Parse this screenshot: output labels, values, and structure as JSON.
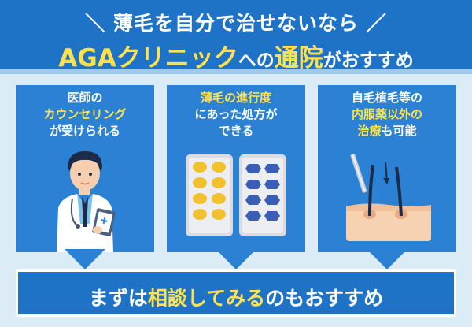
{
  "header": {
    "line1": "＼ 薄毛を自分で治せないなら ／",
    "line2_part1": "AGAクリニック",
    "line2_part2": "への",
    "line2_part3": "通院",
    "line2_part4": "がおすすめ"
  },
  "cards": [
    {
      "line1": "医師の",
      "highlight": "カウンセリング",
      "line3": "が受けられる"
    },
    {
      "highlight": "薄毛の進行度",
      "line2": "にあった処方が",
      "line3": "できる"
    },
    {
      "line1": "自毛植毛等の",
      "highlight": "内服薬以外の",
      "highlight2": "治療",
      "line3_rest": "も可能"
    }
  ],
  "bottom": {
    "part1": "まずは",
    "highlight": "相談してみる",
    "part2": "のもおすすめ"
  },
  "colors": {
    "header_bg": "#1f73c7",
    "card_bg": "#2b82d4",
    "highlight": "#ffe24a",
    "page_bg": "#dcecf7"
  }
}
